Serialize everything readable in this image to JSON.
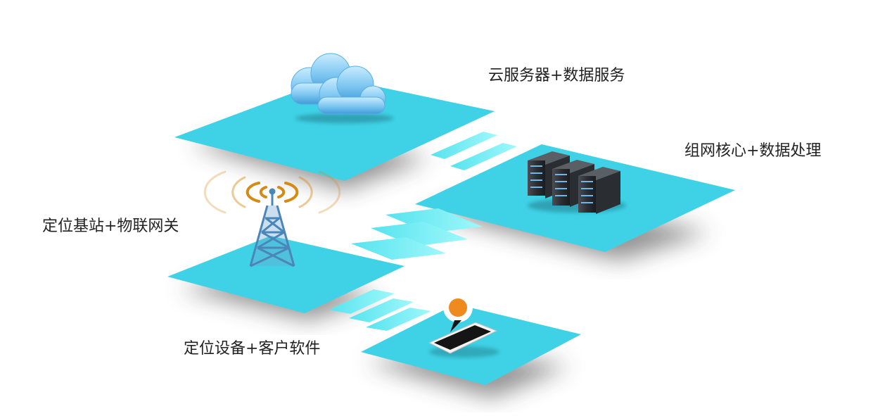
{
  "layers": [
    {
      "id": "cloud",
      "label": "云服务器+数据服务",
      "icon": "cloud-icon"
    },
    {
      "id": "core",
      "label": "组网核心+数据处理",
      "icon": "server-rack-icon"
    },
    {
      "id": "gateway",
      "label": "定位基站+物联网关",
      "icon": "signal-tower-icon"
    },
    {
      "id": "device",
      "label": "定位设备+客户软件",
      "icon": "smartphone-location-icon"
    }
  ],
  "colors": {
    "panel": "#3fd2e6",
    "panel_shadow": "#3a3a3a",
    "connector": "#6ff2f6",
    "signal_wave": "#d68a16",
    "tower": "#4a86b8",
    "location_pin": "#ef8a1f"
  }
}
